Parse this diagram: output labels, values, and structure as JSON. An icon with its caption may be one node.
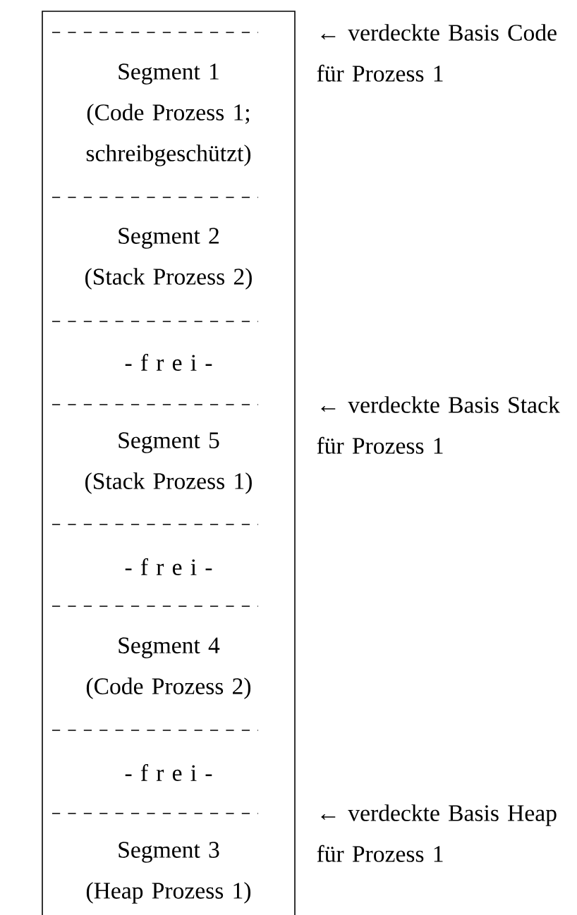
{
  "diagram": {
    "nodes": [
      {
        "text": [],
        "shape": "box"
      },
      {
        "text": [
          "Segment 1",
          "(Code Prozess 1; schreibgeschützt)"
        ],
        "in": 0
      },
      {
        "text": [
          "Segment 2",
          "(Stack Prozess 2)"
        ],
        "in": 0
      },
      {
        "text": [
          "- f r e i -"
        ],
        "in": 0
      },
      {
        "text": [
          "Segment 5",
          "(Stack Prozess 1)"
        ],
        "in": 0
      },
      {
        "text": [
          "- f r e i -"
        ],
        "in": 0
      },
      {
        "text": [
          "Segment 4",
          "(Code Prozess 2)"
        ],
        "in": 0
      },
      {
        "text": [
          "- f r e i -"
        ],
        "in": 0
      },
      {
        "text": [
          "Segment 3",
          "(Heap Prozess 1)"
        ],
        "in": 0
      }
    ],
    "labels": [
      "← verdeckte Basis Code für Prozess 1",
      "← verdeckte Basis Stack für Prozess 1",
      "← verdeckte Basis Heap für Prozess 1"
    ]
  }
}
